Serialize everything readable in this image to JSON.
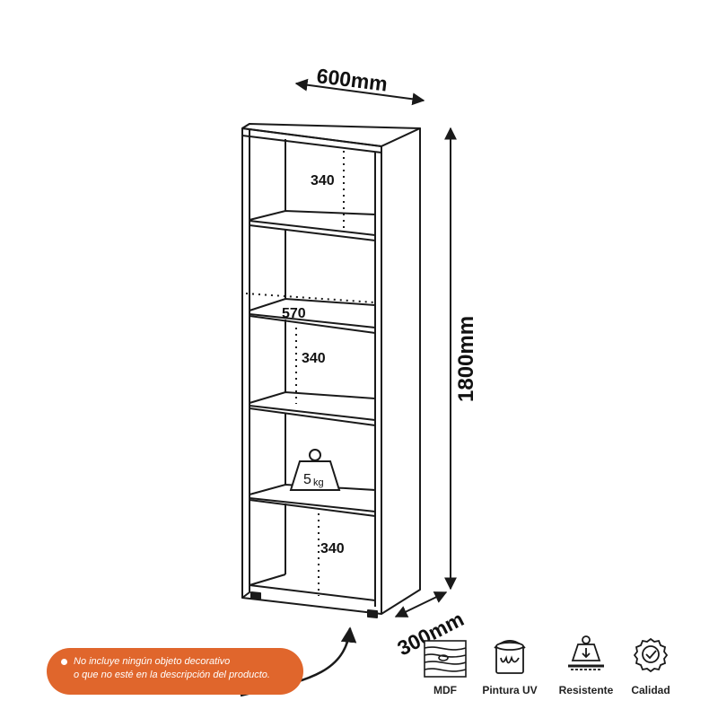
{
  "dimensions": {
    "width": "600mm",
    "height": "1800mm",
    "depth": "300mm",
    "shelf_top": "340",
    "shelf_width": "570",
    "shelf_mid": "340",
    "shelf_bottom": "340"
  },
  "weight_label": {
    "value": "5",
    "unit": "kg"
  },
  "note": {
    "line1": "No incluye ningún objeto decorativo",
    "line2": "o que no esté en la descripción del producto."
  },
  "features": [
    {
      "label": "MDF",
      "icon": "wood-grain-icon"
    },
    {
      "label": "Pintura UV",
      "icon": "paint-can-icon"
    },
    {
      "label": "Resistente",
      "icon": "weight-load-icon"
    },
    {
      "label": "Calidad",
      "icon": "quality-check-icon"
    }
  ],
  "colors": {
    "line": "#1a1a1a",
    "note_bg": "#e0662c"
  }
}
